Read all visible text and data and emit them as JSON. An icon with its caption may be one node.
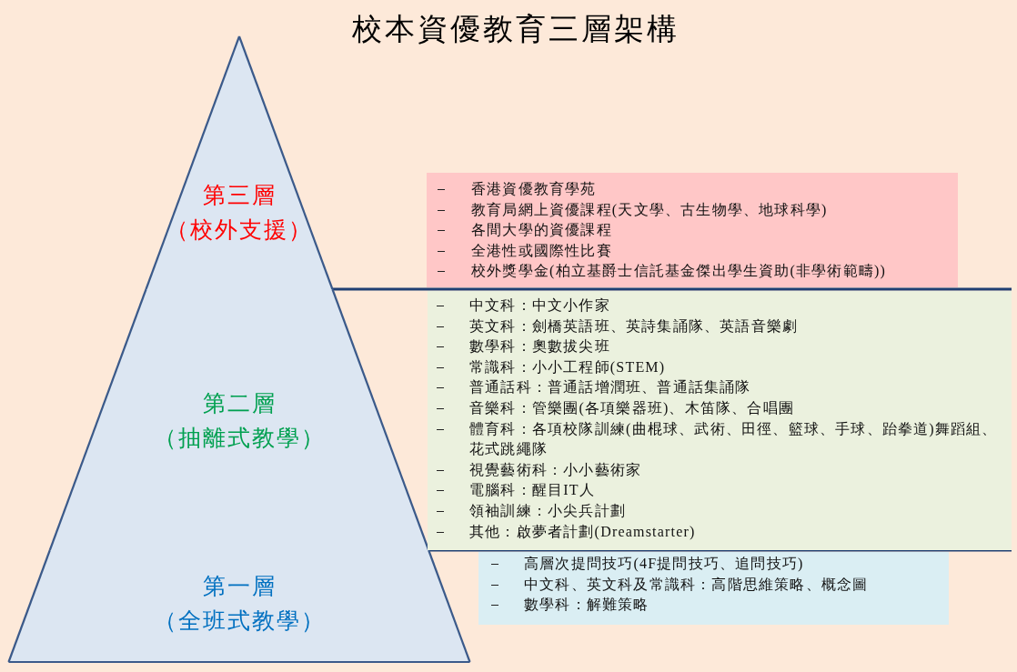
{
  "diagram": {
    "title": "校本資優教育三層架構",
    "nodes": [
      {
        "text": [
          "第三層",
          "（校外支援）"
        ]
      },
      {
        "text": [
          "第二層",
          "（抽離式教學）"
        ]
      },
      {
        "text": [
          "第一層",
          "（全班式教學）"
        ]
      },
      {
        "text": [
          "香港資優教育學苑",
          "教育局網上資優課程(天文學、古生物學、地球科學)",
          "各間大學的資優課程",
          "全港性或國際性比賽",
          "校外獎學金(柏立基爵士信託基金傑出學生資助(非學術範疇))"
        ]
      },
      {
        "text": [
          "中文科：中文小作家",
          "英文科：劍橋英語班、英詩集誦隊、英語音樂劇",
          "數學科：奧數拔尖班",
          "常識科：小小工程師(STEM)",
          "普通話科：普通話增潤班、普通話集誦隊",
          "音樂科：管樂團(各項樂器班)、木笛隊、合唱團",
          "體育科：各項校隊訓練(曲棍球、武術、田徑、籃球、手球、跆拳道)舞蹈組、花式跳繩隊",
          "視覺藝術科：小小藝術家",
          "電腦科：醒目IT人",
          "領袖訓練：小尖兵計劃",
          "其他：啟夢者計劃(Dreamstarter)"
        ]
      },
      {
        "text": [
          "高層次提問技巧(4F提問技巧、追問技巧)",
          "中文科、英文科及常識科：高階思維策略、概念圖",
          "數學科：解難策略"
        ]
      }
    ]
  }
}
